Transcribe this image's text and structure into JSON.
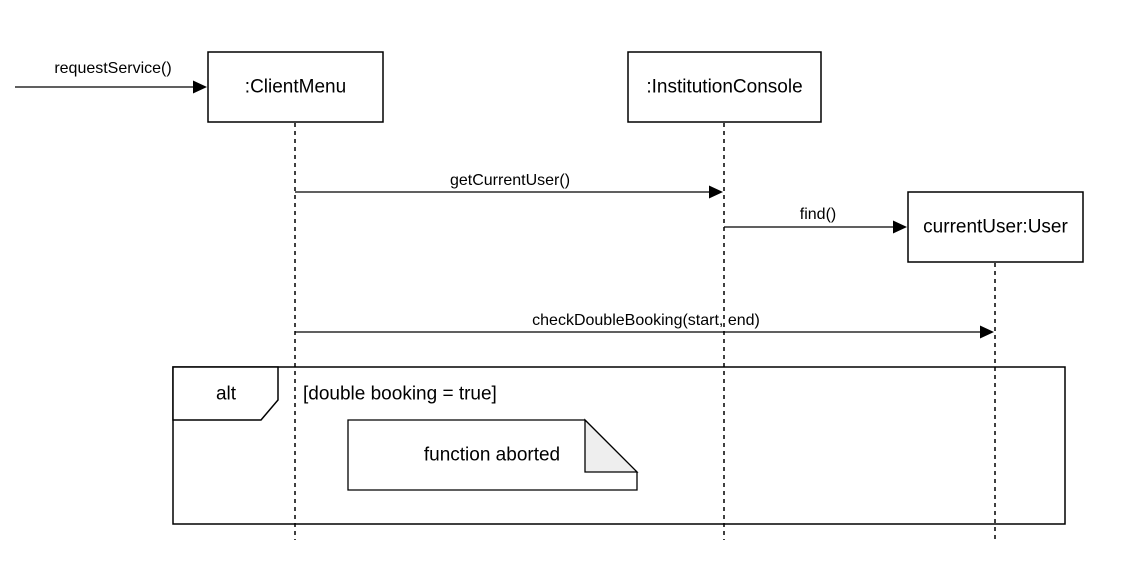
{
  "lifelines": [
    {
      "id": "client",
      "label": ":ClientMenu"
    },
    {
      "id": "console",
      "label": ":InstitutionConsole"
    },
    {
      "id": "user",
      "label": "currentUser:User"
    }
  ],
  "messages": [
    {
      "label": "requestService()",
      "from": "external",
      "to": "client"
    },
    {
      "label": "getCurrentUser()",
      "from": "client",
      "to": "console"
    },
    {
      "label": "find()",
      "from": "console",
      "to": "user"
    },
    {
      "label": "checkDoubleBooking(start, end)",
      "from": "client",
      "to": "user"
    }
  ],
  "fragment": {
    "operator": "alt",
    "guard": "[double booking = true]"
  },
  "note": {
    "text": "function aborted"
  }
}
